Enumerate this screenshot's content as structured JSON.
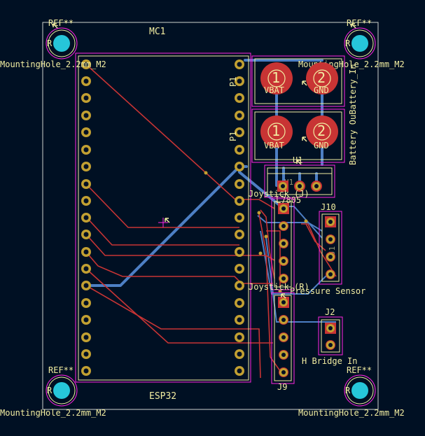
{
  "pcb": {
    "colors": {
      "background": "#001023",
      "edge_cuts": "#d0d2cd",
      "courtyard": "#ff26e2",
      "silk_outline": "#f2eda1",
      "silk_text": "#f2eda1",
      "ref_text": "#f2eda1",
      "pad_copper": "#c2a032",
      "pad_hole": "#001023",
      "front_copper": "#c83434",
      "back_copper": "#4d7fc4",
      "npth_hole": "#26c6da",
      "big_pad": "#c83434"
    },
    "labels": {
      "mc1": "MC1",
      "esp32": "ESP32",
      "mh_top_left": "MountingHole_2.2mm_M2",
      "mh_top_right": "MountingHole_2.2mm_M2",
      "mh_bottom_left": "MountingHole_2.2mm_M2",
      "mh_bottom_right": "MountingHole_2.2mm_M2",
      "ref_tl": "REF**",
      "ref_tr": "REF**",
      "ref_bl": "REF**",
      "ref_br": "REF**",
      "ref_inner_tl": "R",
      "ref_inner_tr": "R",
      "ref_inner_bl": "R",
      "ref_inner_br": "R",
      "p1_a": "P1",
      "p1_b": "P1",
      "battery_vert": "Battery OuBattery_In",
      "vbat": "VBAT",
      "gnd": "GND",
      "pin1": "1",
      "pin2": "2",
      "u1": "U1",
      "l7805": "L7805",
      "joystick_top": "Joystick (J)",
      "joystick_bottom": "Joystick (R)",
      "j10": "J10",
      "j1": "J1",
      "pressure_sensor": "Pressure Sensor",
      "j2": "J2",
      "h_bridge": "H Bridge In",
      "j9": "J9"
    }
  }
}
